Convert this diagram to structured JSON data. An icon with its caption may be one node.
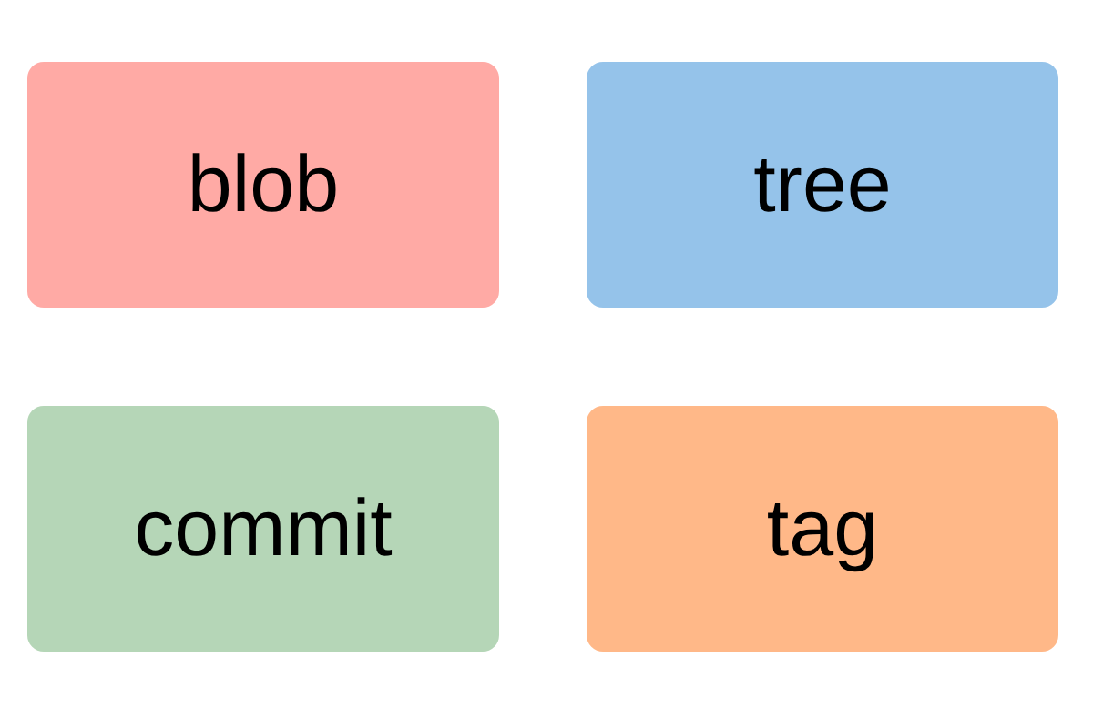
{
  "diagram": {
    "nodes": [
      {
        "text": [
          "blob"
        ]
      },
      {
        "text": [
          "tree"
        ]
      },
      {
        "text": [
          "commit"
        ]
      },
      {
        "text": [
          "tag"
        ]
      }
    ]
  }
}
